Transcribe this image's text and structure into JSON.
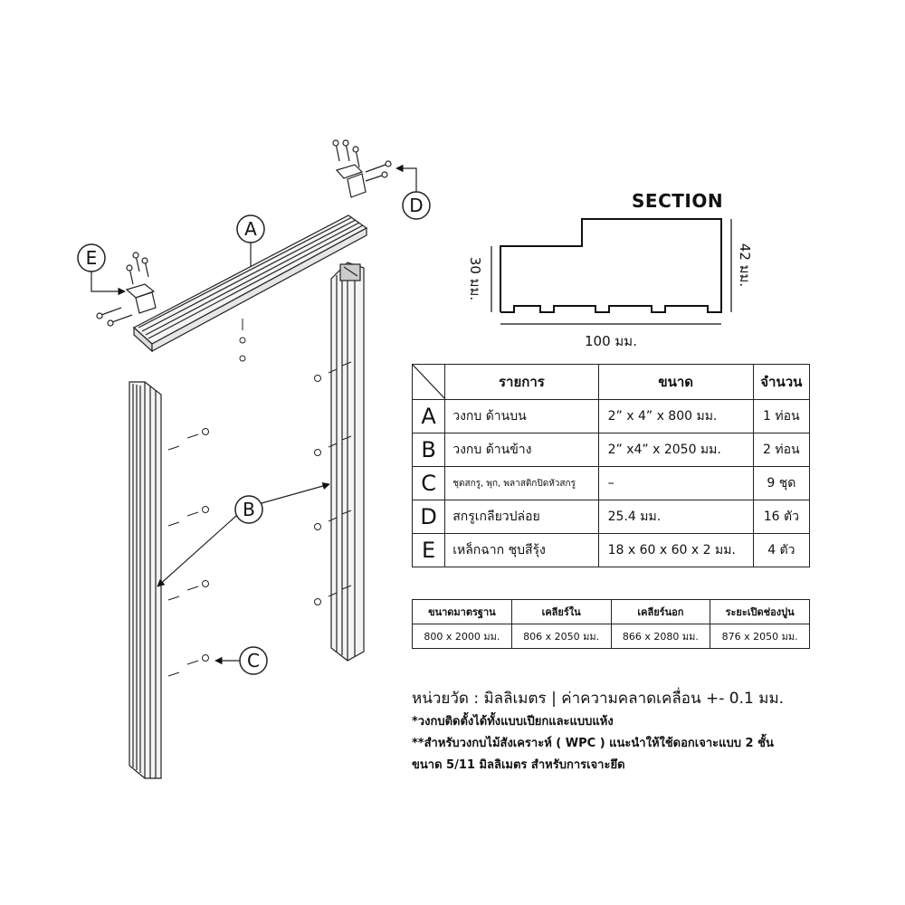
{
  "callouts": {
    "a": "A",
    "b": "B",
    "c": "C",
    "d": "D",
    "e": "E"
  },
  "section": {
    "title": "SECTION",
    "height_left": "30 มม.",
    "height_right": "42 มม.",
    "width": "100 มม."
  },
  "parts_table": {
    "headers": {
      "item": "รายการ",
      "size": "ขนาด",
      "qty": "จำนวน"
    },
    "rows": [
      {
        "letter": "A",
        "item": "วงกบ ด้านบน",
        "size": "2” x 4” x 800 มม.",
        "qty": "1 ท่อน"
      },
      {
        "letter": "B",
        "item": "วงกบ ด้านข้าง",
        "size": "2” x4” x 2050 มม.",
        "qty": "2 ท่อน"
      },
      {
        "letter": "C",
        "item": "ชุดสกรู, พุก, พลาสติกปิดหัวสกรู",
        "size": "–",
        "qty": "9 ชุด"
      },
      {
        "letter": "D",
        "item": "สกรูเกลียวปล่อย",
        "size": "25.4 มม.",
        "qty": "16 ตัว"
      },
      {
        "letter": "E",
        "item": "เหล็กฉาก ชุบสีรุ้ง",
        "size": "18 x 60 x 60 x 2 มม.",
        "qty": "4 ตัว"
      }
    ]
  },
  "std_table": {
    "headers": [
      "ขนาดมาตรฐาน",
      "เคลียร์ใน",
      "เคลียร์นอก",
      "ระยะเปิดช่องปูน"
    ],
    "values": [
      "800 x 2000 มม.",
      "806 x 2050 มม.",
      "866 x 2080 มม.",
      "876 x 2050 มม."
    ]
  },
  "notes": {
    "units": "หน่วยวัด : มิลลิเมตร | ค่าความคลาดเคลื่อน +- 0.1 มม.",
    "line1": "*วงกบติดตั้งได้ทั้งแบบเปียกและแบบแห้ง",
    "line2": "**สำหรับวงกบไม้สังเคราะห์ ( WPC ) แนะนำให้ใช้ดอกเจาะแบบ 2 ชั้น",
    "line3": "ขนาด 5/11 มิลลิเมตร สำหรับการเจาะยึด"
  }
}
